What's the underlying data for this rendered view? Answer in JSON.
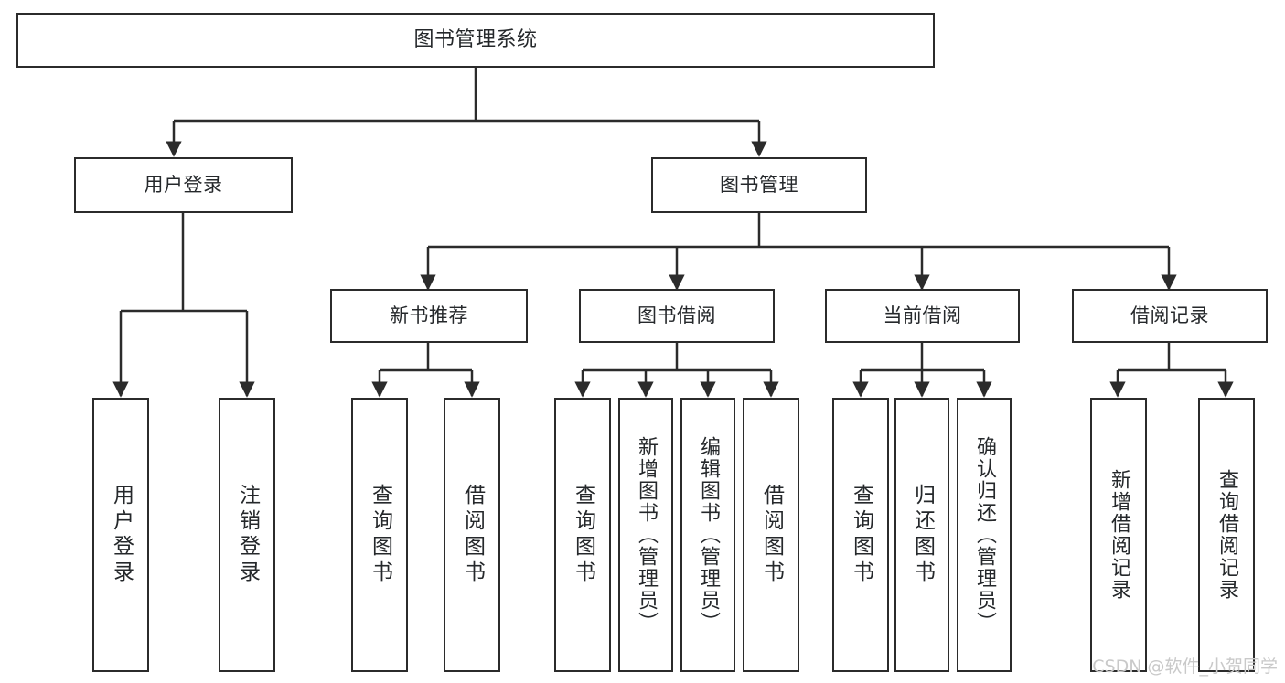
{
  "diagram": {
    "title": "图书管理系统",
    "type": "hierarchy-tree",
    "orientation": "top-down",
    "colors": {
      "background": "#ffffff",
      "box_border": "#2b2b2b",
      "box_fill": "#ffffff",
      "text": "#25282b",
      "connector": "#2b2b2b",
      "watermark": "#c9c9c9"
    },
    "watermark": "CSDN @软件_小贺同学",
    "nodes": {
      "root": {
        "label": "图书管理系统"
      },
      "level2": [
        {
          "label": "用户登录"
        },
        {
          "label": "图书管理"
        }
      ],
      "level3": [
        {
          "label": "新书推荐"
        },
        {
          "label": "图书借阅"
        },
        {
          "label": "当前借阅"
        },
        {
          "label": "借阅记录"
        }
      ],
      "leaves": {
        "user_login": [
          {
            "label": "用户登录"
          },
          {
            "label": "注销登录"
          }
        ],
        "new_book_recommend": [
          {
            "label": "查询图书"
          },
          {
            "label": "借阅图书"
          }
        ],
        "book_borrow": [
          {
            "label": "查询图书"
          },
          {
            "label": "新增图书（管理员）"
          },
          {
            "label": "编辑图书（管理员）"
          },
          {
            "label": "借阅图书"
          }
        ],
        "current_borrow": [
          {
            "label": "查询图书"
          },
          {
            "label": "归还图书"
          },
          {
            "label": "确认归还（管理员）"
          }
        ],
        "borrow_record": [
          {
            "label": "新增借阅记录"
          },
          {
            "label": "查询借阅记录"
          }
        ]
      }
    }
  }
}
